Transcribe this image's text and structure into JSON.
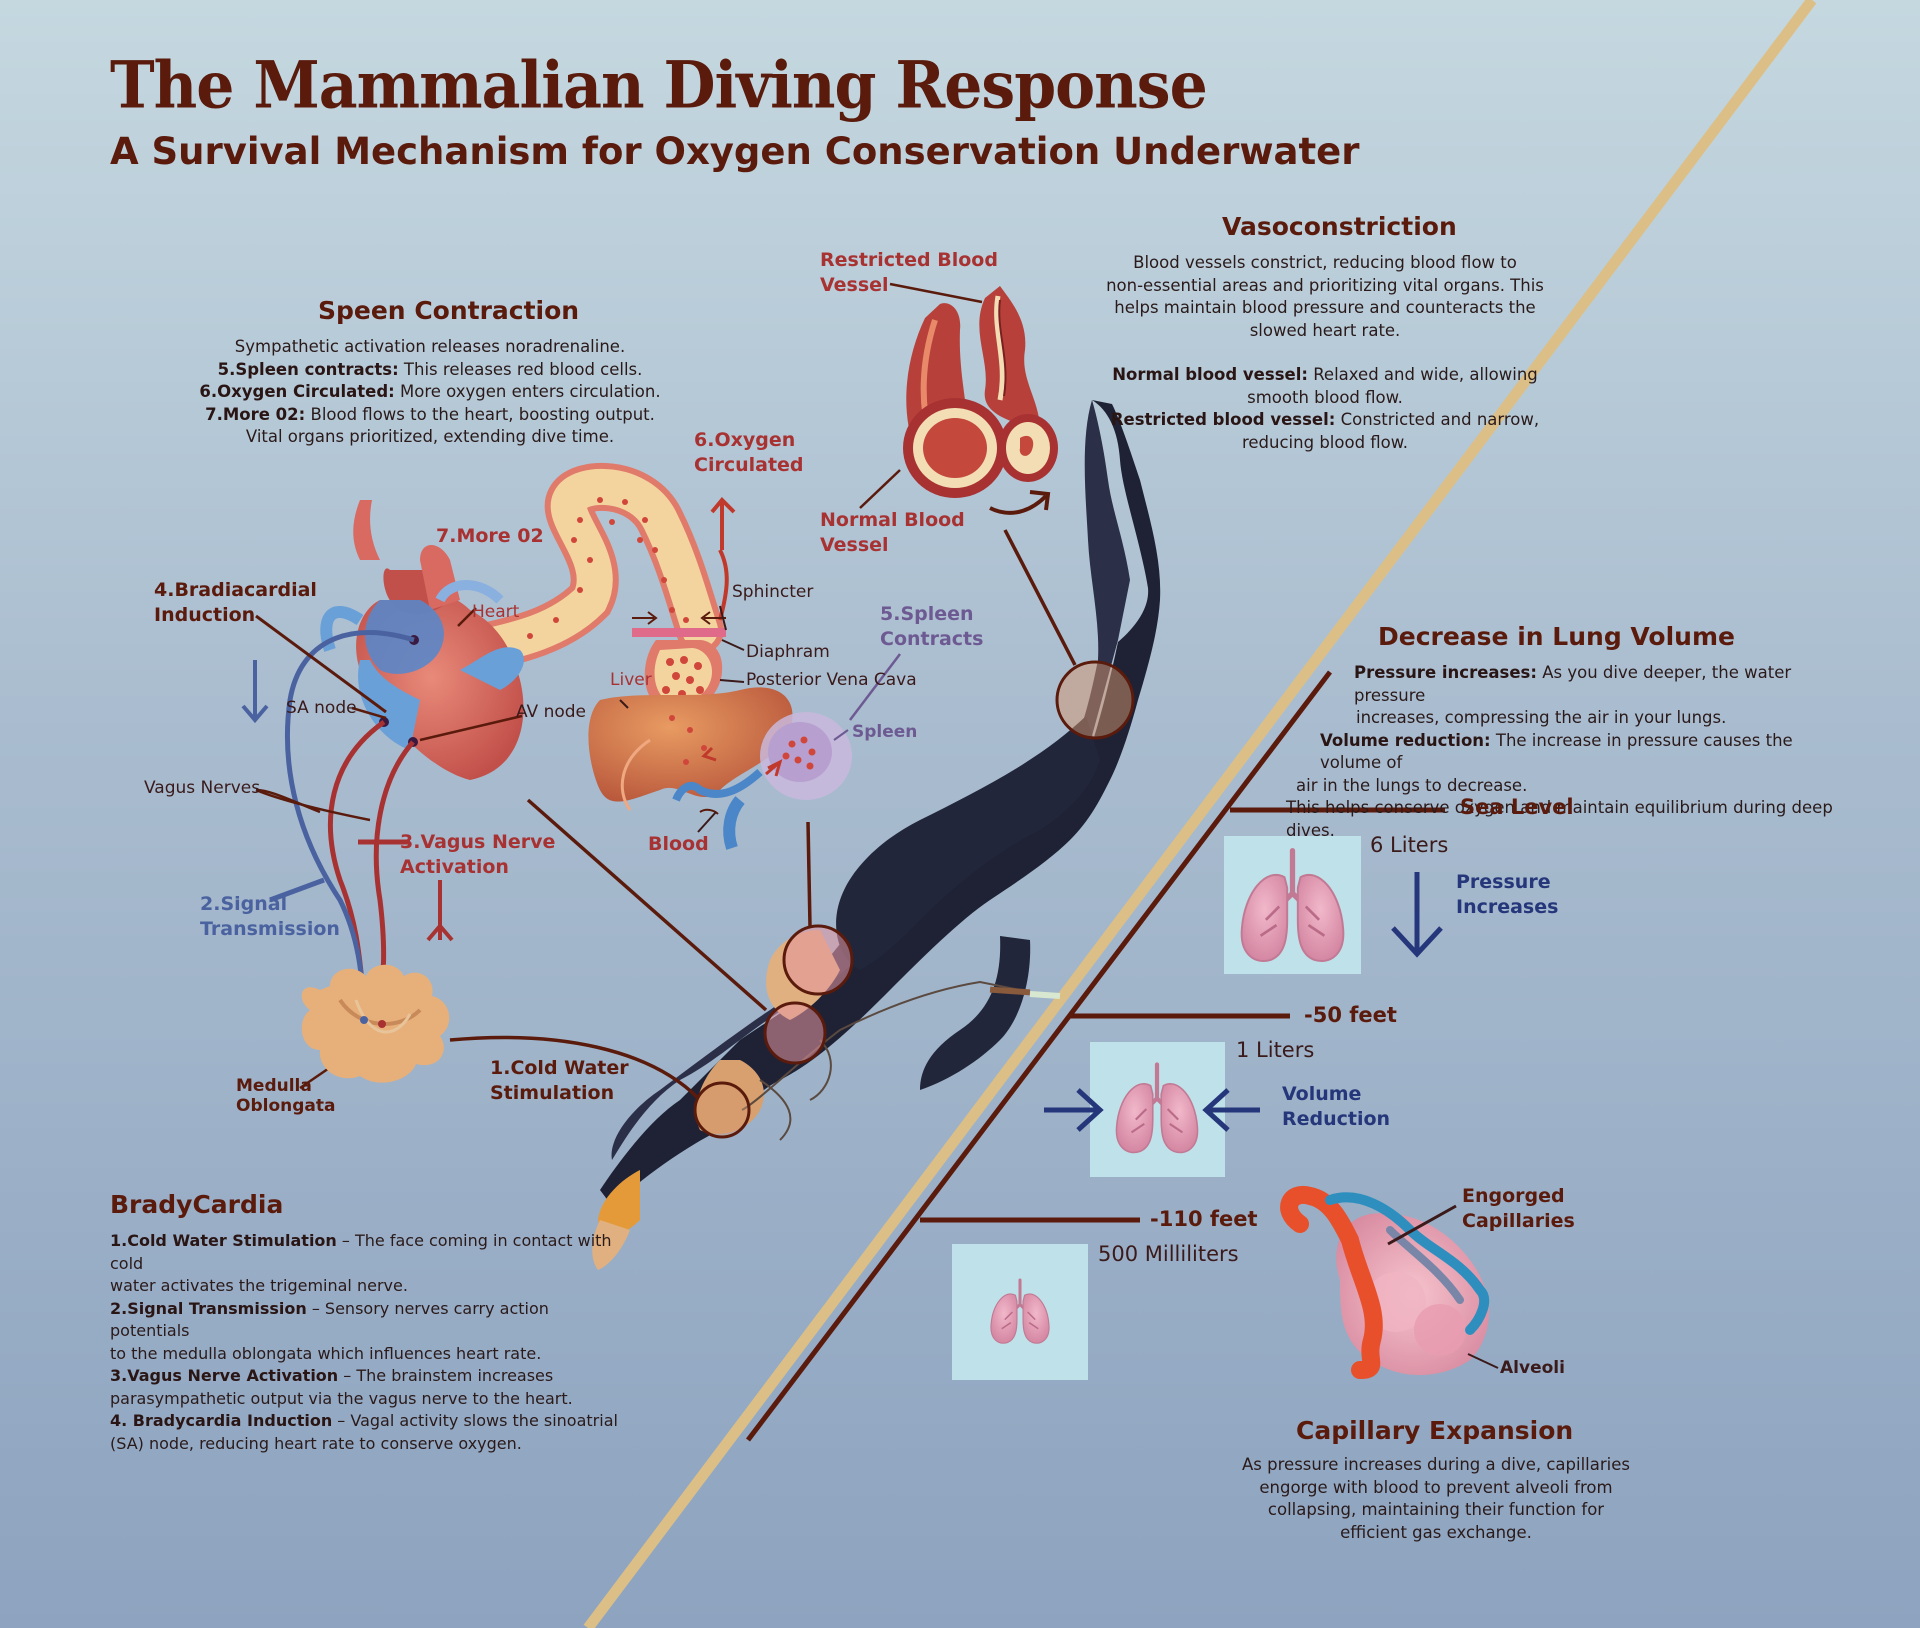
{
  "header": {
    "title": "The Mammalian Diving Response",
    "subtitle": "A Survival Mechanism for Oxygen Conservation Underwater"
  },
  "spleen_section": {
    "heading": "Speen Contraction",
    "intro": "Sympathetic activation releases noradrenaline.",
    "items": [
      {
        "label": "5.Spleen contracts:",
        "text": " This releases red blood cells."
      },
      {
        "label": "6.Oxygen Circulated:",
        "text": " More oxygen enters circulation."
      },
      {
        "label": "7.More 02:",
        "text": " Blood flows to the heart, boosting output."
      }
    ],
    "outro": "Vital organs prioritized, extending dive time."
  },
  "vaso_section": {
    "heading": "Vasoconstriction",
    "intro_lines": [
      "Blood vessels constrict, reducing blood flow to",
      "non-essential areas and prioritizing vital organs. This",
      "helps maintain blood pressure and counteracts the",
      "slowed heart rate."
    ],
    "normal": {
      "label": "Normal blood vessel:",
      "line1": " Relaxed and wide, allowing",
      "line2": "smooth blood flow."
    },
    "restricted": {
      "label": "Restricted blood vessel:",
      "line1": " Constricted and narrow,",
      "line2": "reducing blood flow."
    }
  },
  "vessel_labels": {
    "restricted_1": "Restricted Blood",
    "restricted_2": "Vessel",
    "normal_1": "Normal Blood",
    "normal_2": "Vessel"
  },
  "circulation_labels": {
    "oxygen_1": "6.Oxygen",
    "oxygen_2": "Circulated",
    "more_o2": "7.More 02",
    "heart": "Heart",
    "sphincter": "Sphincter",
    "diaphram": "Diaphram",
    "posterior_vena_cava": "Posterior Vena Cava",
    "liver": "Liver",
    "spleen": "Spleen",
    "spleen_contracts_1": "5.Spleen",
    "spleen_contracts_2": "Contracts",
    "blood": "Blood"
  },
  "heart_labels": {
    "bradia_1": "4.Bradiacardial",
    "bradia_2": "Induction",
    "sa_node": "SA node",
    "av_node": "AV  node",
    "vagus_nerves": "Vagus Nerves",
    "vagus_activation_1": "3.Vagus Nerve",
    "vagus_activation_2": "Activation",
    "signal_1": "2.Signal",
    "signal_2": "Transmission",
    "medulla_1": "Medulla",
    "medulla_2": "Oblongata",
    "cold_1": "1.Cold Water",
    "cold_2": "Stimulation"
  },
  "brady_section": {
    "heading": "BradyCardia",
    "items": [
      {
        "label": "1.Cold Water Stimulation",
        "line1": " – The face coming in contact with cold",
        "line2": "water activates the trigeminal nerve."
      },
      {
        "label": "2.Signal Transmission",
        "line1": " – Sensory nerves carry action potentials",
        "line2": "to the medulla oblongata which influences heart rate."
      },
      {
        "label": "3.Vagus Nerve Activation",
        "line1": " – The brainstem increases",
        "line2": "parasympathetic output via the vagus nerve to  the heart."
      },
      {
        "label": "4. Bradycardia Induction",
        "line1": " – Vagal activity slows the sinoatrial",
        "line2": "(SA) node, reducing heart rate to conserve oxygen."
      }
    ]
  },
  "lung_section": {
    "heading": "Decrease in Lung Volume",
    "p1": {
      "label": "Pressure increases:",
      "line1": " As you dive deeper, the water pressure",
      "line2": "increases, compressing the air in your lungs."
    },
    "p2": {
      "label": "Volume reduction:",
      "line1": " The increase in pressure causes the volume of",
      "line2": "air in the lungs to decrease."
    },
    "p3": {
      "line1": "This helps conserve oxygen and  maintain equilibrium during deep",
      "line2": "dives."
    }
  },
  "depths": {
    "sea_level": "Sea Level",
    "d50": "-50 feet",
    "d110": "-110  feet",
    "v6": "6 Liters",
    "v1": "1 Liters",
    "v500": "500 Milliliters",
    "pressure_1": "Pressure",
    "pressure_2": "Increases",
    "volume_1": "Volume",
    "volume_2": "Reduction"
  },
  "capillary_labels": {
    "engorged_1": "Engorged",
    "engorged_2": "Capillaries",
    "alveoli": "Alveoli"
  },
  "capillary_section": {
    "heading": "Capillary Expansion",
    "lines": [
      "As pressure increases during a dive, capillaries",
      "engorge with blood to prevent alveoli from",
      "collapsing, maintaining their function for",
      "efficient gas exchange."
    ]
  },
  "colors": {
    "title": "#5a1a0c",
    "accent_red": "#a83232",
    "nerve_blue": "#4a63a0",
    "spleen_purple": "#6d5a92",
    "navy": "#25367a",
    "rope": "#dcbf86",
    "suit": "#1f2235"
  }
}
